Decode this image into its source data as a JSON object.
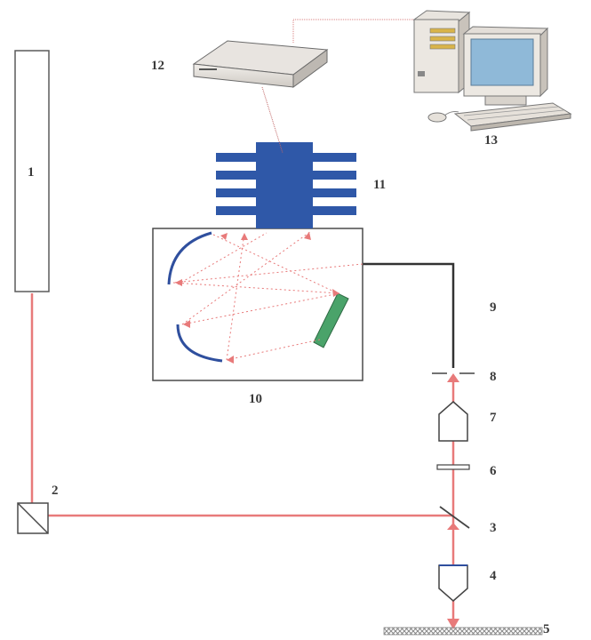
{
  "labels": {
    "laser": "1",
    "prism": "2",
    "beam_splitter": "3",
    "objective_lower": "4",
    "sample": "5",
    "filter": "6",
    "objective_upper": "7",
    "pinhole": "8",
    "fiber": "9",
    "spectrometer": "10",
    "ccd_detector": "11",
    "controller": "12",
    "computer": "13"
  },
  "colors": {
    "laser_beam": "#e87a7a",
    "mirror": "#2f4f9e",
    "grating": "#4aa36a",
    "ccd": "#2f58a8",
    "fiber": "#333333",
    "sample": "#9a9a9a"
  }
}
